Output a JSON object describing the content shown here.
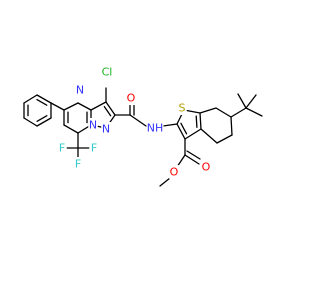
{
  "colors": {
    "bond": "#000000",
    "nitrogen": "#3333ff",
    "oxygen": "#ff0000",
    "sulfur": "#b3a000",
    "chlorine": "#1db31d",
    "fluorine": "#33cccc"
  },
  "atom_labels": {
    "n_ring_upper": "N",
    "n_ring_lower": "N",
    "n_ring_bottom": "N",
    "cl": "Cl",
    "o_amide": "O",
    "nh": "NH",
    "s": "S",
    "o_ester_carbonyl": "O",
    "o_ester": "O",
    "f_left": "F",
    "f_right": "F",
    "f_bottom": "F"
  }
}
